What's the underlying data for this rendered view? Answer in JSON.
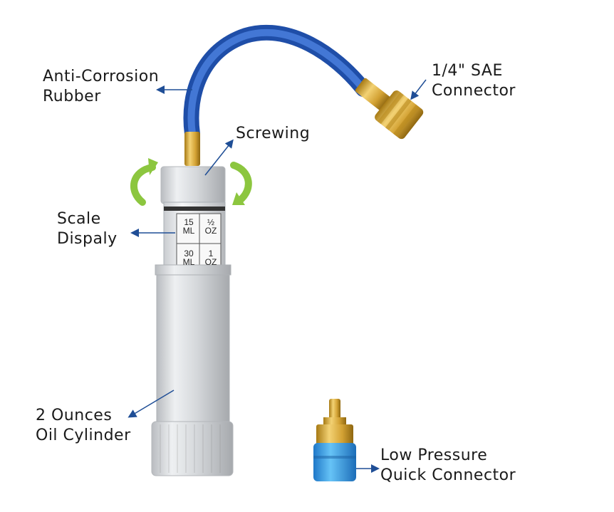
{
  "callouts": {
    "anti_corrosion": {
      "line1": "Anti-Corrosion",
      "line2": "Rubber"
    },
    "sae_connector": {
      "line1": "1/4\" SAE",
      "line2": "Connector"
    },
    "screwing": {
      "line1": "Screwing"
    },
    "scale_display": {
      "line1": "Scale",
      "line2": "Dispaly"
    },
    "oil_cylinder": {
      "line1": "2 Ounces",
      "line2": "Oil Cylinder"
    },
    "quick_connector": {
      "line1": "Low Pressure",
      "line2": "Quick Connector"
    }
  },
  "scale": {
    "ml_15": "15",
    "ml_15_unit": "ML",
    "oz_half": "½",
    "oz_half_unit": "OZ",
    "ml_30": "30",
    "ml_30_unit": "ML",
    "oz_1": "1",
    "oz_1_unit": "OZ"
  },
  "colors": {
    "hose": "#2f63c7",
    "brass": "#d7a52c",
    "aluminum": "#d9dcdf",
    "arrow_green": "#8cc63f",
    "quick_connector_blue": "#3aa0e8",
    "callout_arrow": "#1f4e96"
  }
}
